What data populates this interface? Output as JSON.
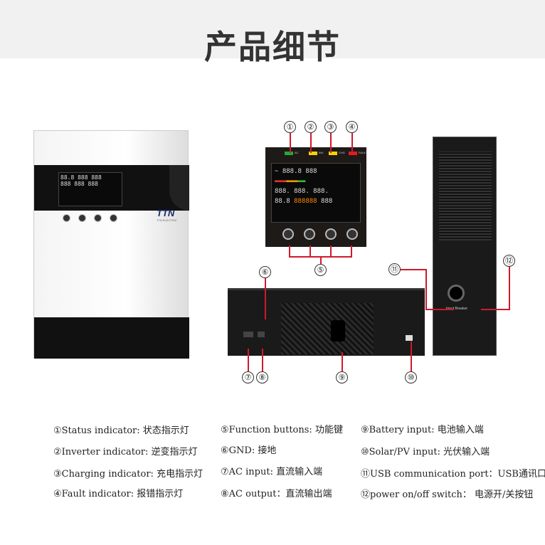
{
  "title": "产品细节",
  "brand": {
    "logo": "TTN",
    "sub": "TTN ELECTRIC"
  },
  "indicators": [
    {
      "num": "①",
      "label": "AC",
      "color": "#1faa3a"
    },
    {
      "num": "②",
      "label": "INV",
      "color": "#f2d400"
    },
    {
      "num": "③",
      "label": "CHG",
      "color": "#f2d400"
    },
    {
      "num": "④",
      "label": "FAULT",
      "color": "#e31c23"
    }
  ],
  "callouts": [
    "⑤",
    "⑥",
    "⑦",
    "⑧",
    "⑨",
    "⑩",
    "⑪",
    "⑫"
  ],
  "side_label": "Input Breaker",
  "legend": [
    [
      "①Status indicator: 状态指示灯",
      "②Inverter indicator: 逆变指示灯",
      "③Charging indicator: 充电指示灯",
      "④Fault indicator: 报错指示灯"
    ],
    [
      "⑤Function buttons: 功能键",
      "⑥GND: 接地",
      "⑦AC input: 直流输入端",
      "⑧AC output：直流输出端"
    ],
    [
      "⑨Battery input: 电池输入端",
      "⑩Solar/PV input: 光伏输入端",
      "⑪USB communication port：USB通讯口",
      "⑫power on/off switch： 电源开/关按钮"
    ]
  ],
  "accent": "#d0192b"
}
